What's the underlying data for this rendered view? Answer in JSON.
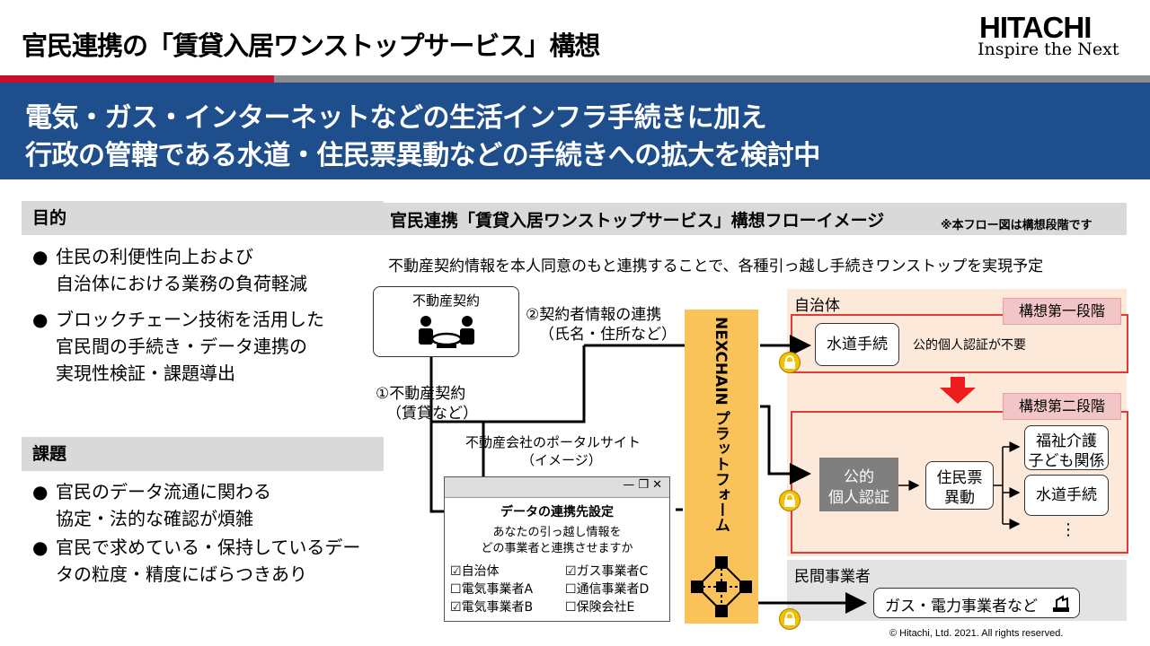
{
  "header": {
    "title": "官民連携の「賃貸入居ワンストップサービス」構想",
    "logo_name": "HITACHI",
    "logo_tagline": "Inspire the Next"
  },
  "banner": {
    "line1": "電気・ガス・インターネットなどの生活インフラ手続きに加え",
    "line2": "行政の管轄である水道・住民票異動などの手続きへの拡大を検討中"
  },
  "purpose": {
    "heading": "目的",
    "bullets": [
      {
        "l1": "住民の利便性向上および",
        "l2": "自治体における業務の負荷軽減",
        "l3": ""
      },
      {
        "l1": "ブロックチェーン技術を活用した",
        "l2": "官民間の手続き・データ連携の",
        "l3": "実現性検証・課題導出"
      }
    ]
  },
  "issues": {
    "heading": "課題",
    "bullets": [
      {
        "l1": "官民のデータ流通に関わる",
        "l2": "協定・法的な確認が煩雑"
      },
      {
        "l1": "官民で求めている・保持しているデー",
        "l2": "タの粒度・精度にばらつきあり"
      }
    ]
  },
  "flow": {
    "heading": "官民連携「賃貸入居ワンストップサービス」構想フローイメージ",
    "note": "※本フロー図は構想段階です",
    "description": "不動産契約情報を本人同意のもと連携することで、各種引っ越し手続きワンストップを実現予定",
    "contract_box": "不動産契約",
    "step1_l1": "①不動産契約",
    "step1_l2": "（賃貸など）",
    "step2_l1": "②契約者情報の連携",
    "step2_l2": "（氏名・住所など）",
    "portal_l1": "不動産会社のポータルサイト",
    "portal_l2": "（イメージ）",
    "window_controls": "—  ❐  ✕",
    "window": {
      "title": "データの連携先設定",
      "question_l1": "あなたの引っ越し情報を",
      "question_l2": "どの事業者と連携させますか",
      "options": [
        {
          "mark": "☑",
          "label": "自治体"
        },
        {
          "mark": "☑",
          "label": "ガス事業者C"
        },
        {
          "mark": "☐",
          "label": "電気事業者A"
        },
        {
          "mark": "☐",
          "label": "通信事業者D"
        },
        {
          "mark": "☑",
          "label": "電気事業者B"
        },
        {
          "mark": "☐",
          "label": "保険会社E"
        }
      ]
    },
    "platform": "NEXCHAIN プラットフォーム",
    "municipality": "自治体",
    "phase1": "構想第一段階",
    "phase2": "構想第二段階",
    "water1": "水道手続",
    "no_auth": "公的個人認証が不要",
    "auth_l1": "公的",
    "auth_l2": "個人認証",
    "resident_l1": "住民票",
    "resident_l2": "異動",
    "welfare_l1": "福祉介護",
    "welfare_l2": "子ども関係",
    "water2": "水道手続",
    "ellipsis": "⋮",
    "private": "民間事業者",
    "gas_elec": "ガス・電力事業者など"
  },
  "footer": "© Hitachi, Ltd. 2021. All rights reserved.",
  "colors": {
    "accent_red": "#c8102e",
    "banner_blue": "#1f4e8c",
    "platform_yellow": "#fac35a",
    "muni_bg": "#fde9d9"
  }
}
